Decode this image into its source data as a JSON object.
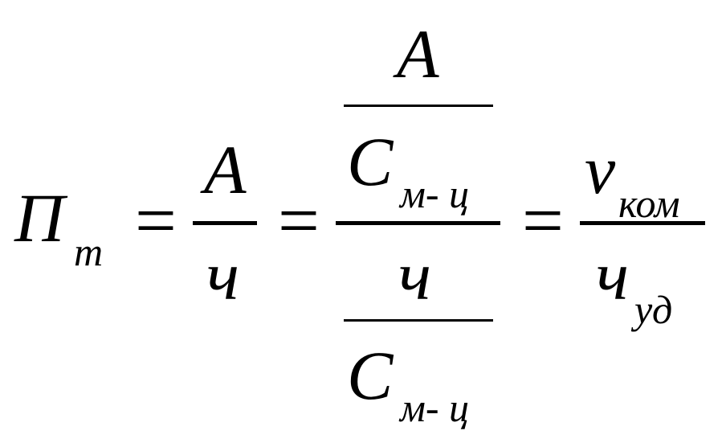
{
  "formula": {
    "lhs": {
      "symbol": "П",
      "subscript": "т"
    },
    "equals": "=",
    "frac1": {
      "numerator": "А",
      "denominator": "ч"
    },
    "frac2": {
      "inner_top": {
        "numerator": "А",
        "denominator": "С",
        "denominator_subscript": "м- ц"
      },
      "inner_bottom": {
        "numerator": "ч",
        "denominator": "С",
        "denominator_subscript": "м- ц"
      }
    },
    "frac3": {
      "numerator": "v",
      "numerator_subscript": "ком",
      "denominator": "ч",
      "denominator_subscript": "уд"
    }
  }
}
